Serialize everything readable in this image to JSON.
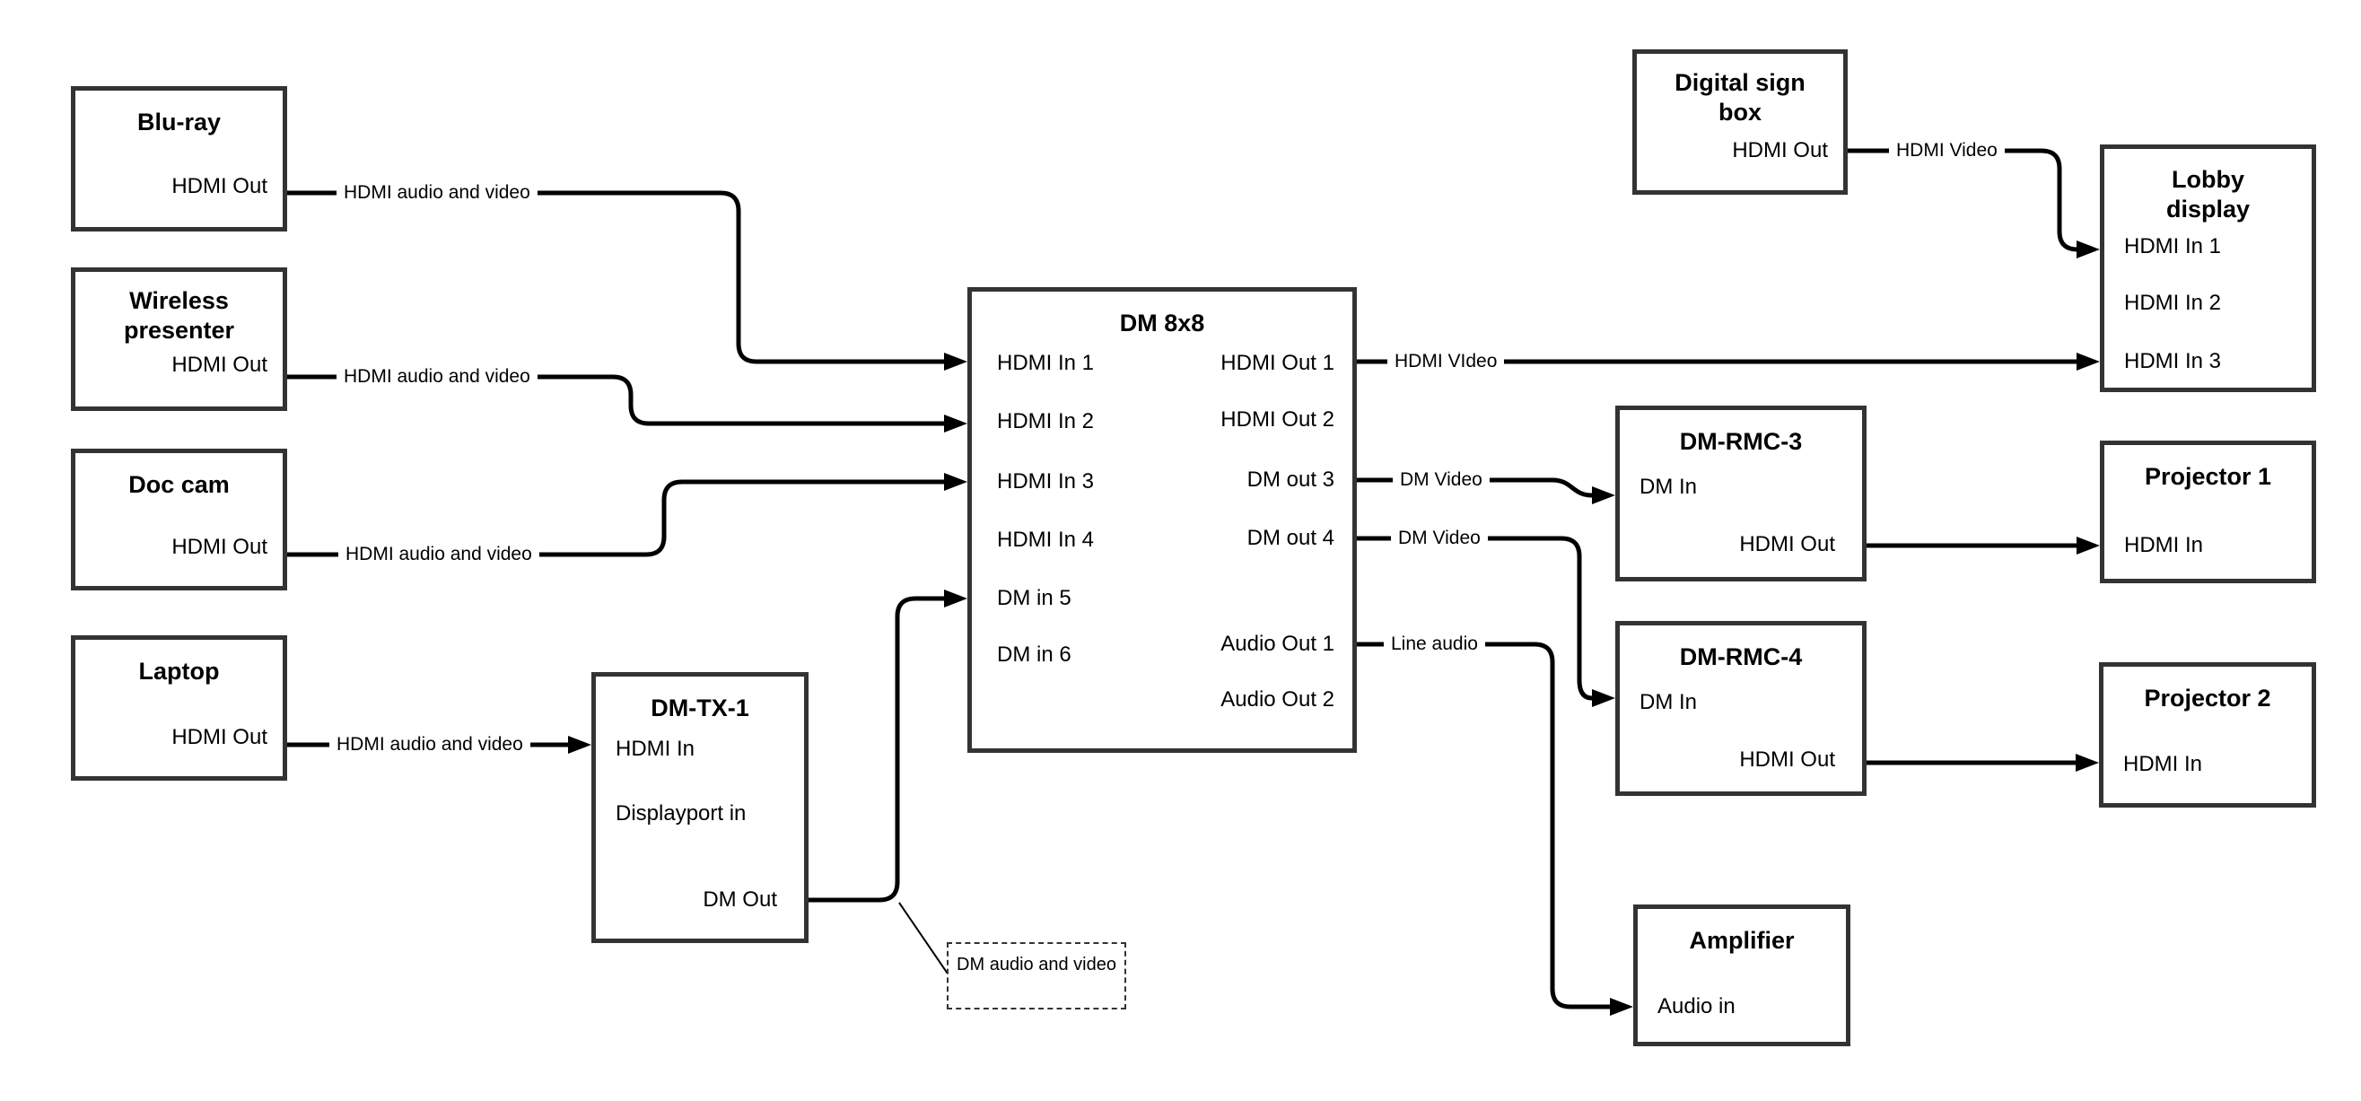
{
  "colors": {
    "background": "#ffffff",
    "box_border": "#333333",
    "wire": "#000000",
    "text": "#000000"
  },
  "nodes": {
    "bluray": {
      "title": "Blu-ray",
      "hdmi_out": "HDMI Out"
    },
    "wireless": {
      "title1": "Wireless",
      "title2": "presenter",
      "hdmi_out": "HDMI Out"
    },
    "doccam": {
      "title": "Doc cam",
      "hdmi_out": "HDMI Out"
    },
    "laptop": {
      "title": "Laptop",
      "hdmi_out": "HDMI Out"
    },
    "dmtx1": {
      "title": "DM-TX-1",
      "hdmi_in": "HDMI In",
      "displayport_in": "Displayport in",
      "dm_out": "DM Out"
    },
    "dm8x8": {
      "title": "DM 8x8",
      "in1": "HDMI In 1",
      "in2": "HDMI In 2",
      "in3": "HDMI In 3",
      "in4": "HDMI In 4",
      "in5": "DM in 5",
      "in6": "DM in 6",
      "out1": "HDMI Out 1",
      "out2": "HDMI Out 2",
      "out3": "DM out 3",
      "out4": "DM out 4",
      "audio_out1": "Audio Out 1",
      "audio_out2": "Audio Out 2"
    },
    "digital_sign": {
      "title1": "Digital sign",
      "title2": "box",
      "hdmi_out": "HDMI Out"
    },
    "lobby": {
      "title1": "Lobby",
      "title2": "display",
      "in1": "HDMI In 1",
      "in2": "HDMI In 2",
      "in3": "HDMI In 3"
    },
    "rmc3": {
      "title": "DM-RMC-3",
      "dm_in": "DM In",
      "hdmi_out": "HDMI Out"
    },
    "proj1": {
      "title": "Projector 1",
      "hdmi_in": "HDMI In"
    },
    "rmc4": {
      "title": "DM-RMC-4",
      "dm_in": "DM In",
      "hdmi_out": "HDMI Out"
    },
    "proj2": {
      "title": "Projector 2",
      "hdmi_in": "HDMI In"
    },
    "amplifier": {
      "title": "Amplifier",
      "audio_in": "Audio in"
    }
  },
  "edge_labels": {
    "bluray_to_in1": "HDMI audio and video",
    "wireless_to_in2": "HDMI audio and video",
    "doccam_to_in3": "HDMI audio and video",
    "laptop_to_dmtx1": "HDMI audio and video",
    "out1_to_lobby": "HDMI VIdeo",
    "sign_to_lobby": "HDMI Video",
    "out3_to_rmc3": "DM Video",
    "out4_to_rmc4": "DM Video",
    "audioout1_to_amp": "Line audio",
    "dm_callout": "DM audio and video"
  }
}
